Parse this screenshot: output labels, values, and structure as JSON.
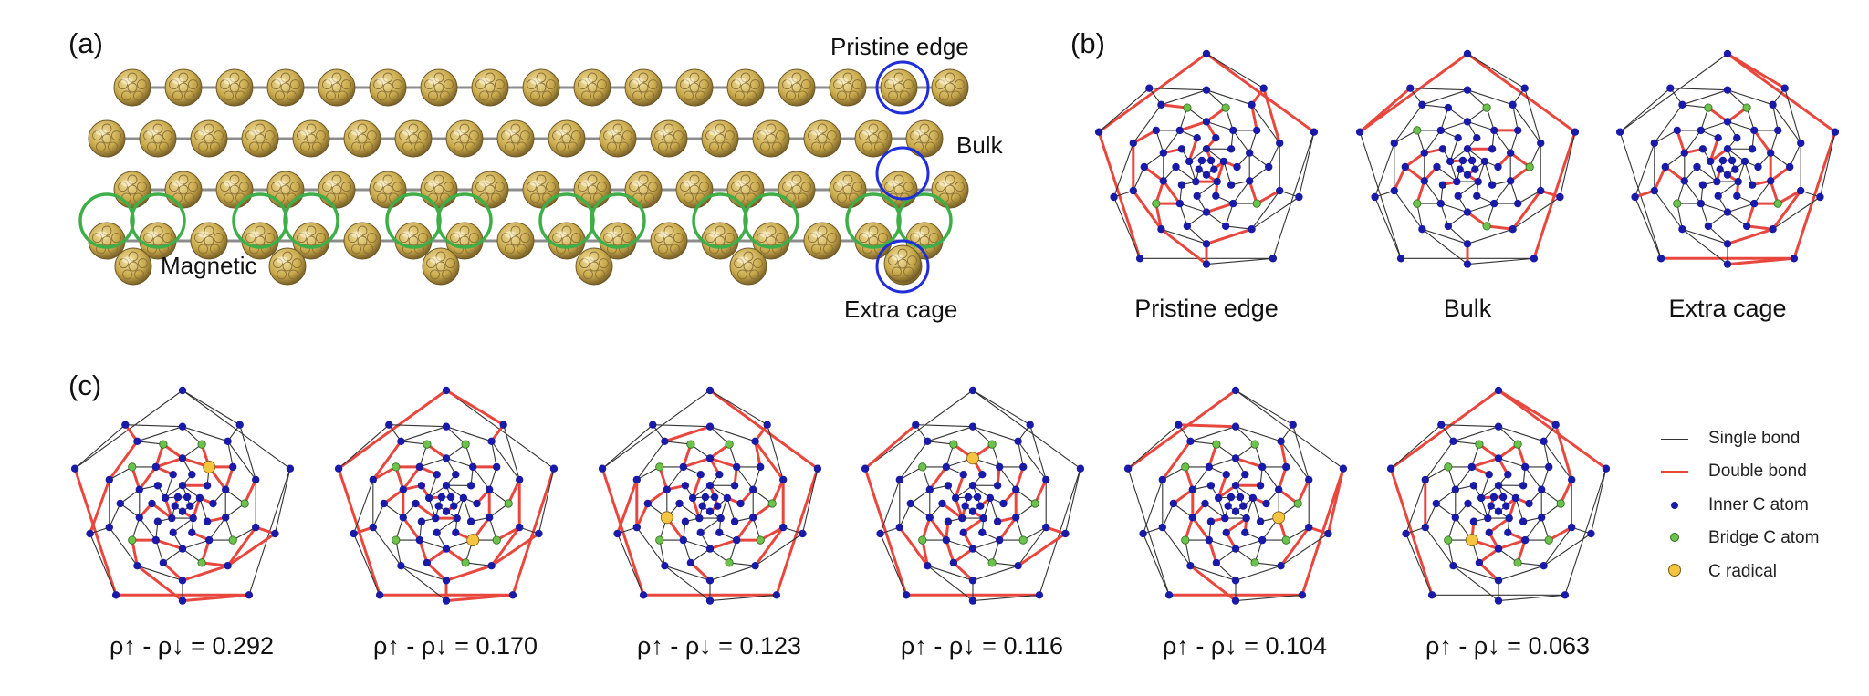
{
  "panel_a": {
    "label": "(a)",
    "pristine_edge": "Pristine edge",
    "bulk": "Bulk",
    "magnetic": "Magnetic",
    "extra_cage": "Extra cage"
  },
  "panel_b": {
    "label": "(b)",
    "captions": [
      "Pristine edge",
      "Bulk",
      "Extra cage"
    ]
  },
  "panel_c": {
    "label": "(c)",
    "values": [
      {
        "formula": "ρ↑ - ρ↓ = 0.292",
        "value": 0.292
      },
      {
        "formula": "ρ↑ - ρ↓ = 0.170",
        "value": 0.17
      },
      {
        "formula": "ρ↑ - ρ↓ = 0.123",
        "value": 0.123
      },
      {
        "formula": "ρ↑ - ρ↓ = 0.116",
        "value": 0.116
      },
      {
        "formula": "ρ↑ - ρ↓ = 0.104",
        "value": 0.104
      },
      {
        "formula": "ρ↑ - ρ↓ = 0.063",
        "value": 0.063
      }
    ]
  },
  "legend": {
    "single_bond": "Single bond",
    "double_bond": "Double bond",
    "inner_atom": "Inner C atom",
    "bridge_atom": "Bridge C atom",
    "radical": "C radical"
  },
  "colors": {
    "single_bond": "#333333",
    "double_bond": "#e8473d",
    "inner_atom": "#1a1aa8",
    "bridge_atom": "#6cc24a",
    "radical": "#f5c542",
    "cage": "#c9a94a",
    "magnetic_ring": "#3fae49",
    "site_ring": "#1f2ed6"
  }
}
